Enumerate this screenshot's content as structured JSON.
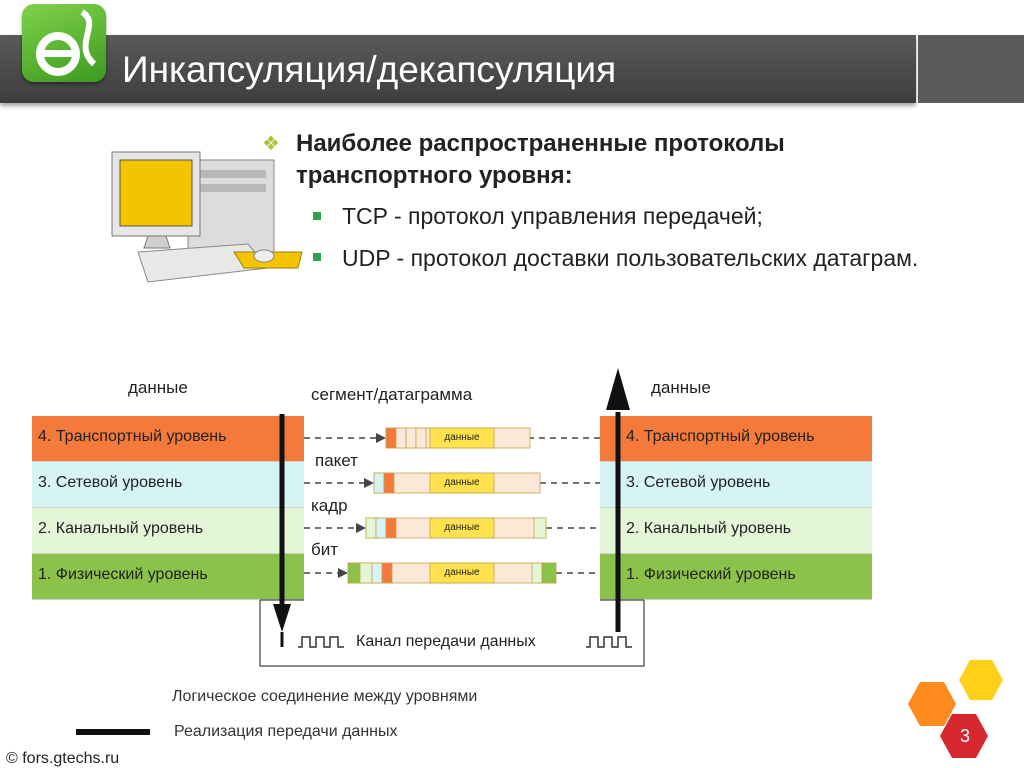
{
  "slide": {
    "title": "Инкапсуляция/декапсуляция",
    "bullet_main": "Наиболее распространенные протоколы транспортного уровня:",
    "sub_bullets": [
      "TCP - протокол управления передачей;",
      "UDP - протокол доставки пользовательских датаграм."
    ],
    "page_number": "3",
    "footer": "© fors.gtechs.ru"
  },
  "diagram": {
    "left_label": "данные",
    "right_label": "данные",
    "segment_label": "сегмент/датаграмма",
    "packet_label": "пакет",
    "frame_label": "кадр",
    "bit_label": "бит",
    "channel_label": "Канал передачи данных",
    "data_word": "данные",
    "layers": [
      {
        "name": "4. Транспортный уровень",
        "color": "#f47a3c"
      },
      {
        "name": "3. Сетевой уровень",
        "color": "#d6f3f6"
      },
      {
        "name": "2. Канальный уровень",
        "color": "#e3f7d6"
      },
      {
        "name": "1. Физический уровень",
        "color": "#8bc34a"
      }
    ],
    "legend": {
      "dashed": "Логическое соединение между уровнями",
      "solid": "Реализация передачи данных"
    }
  }
}
